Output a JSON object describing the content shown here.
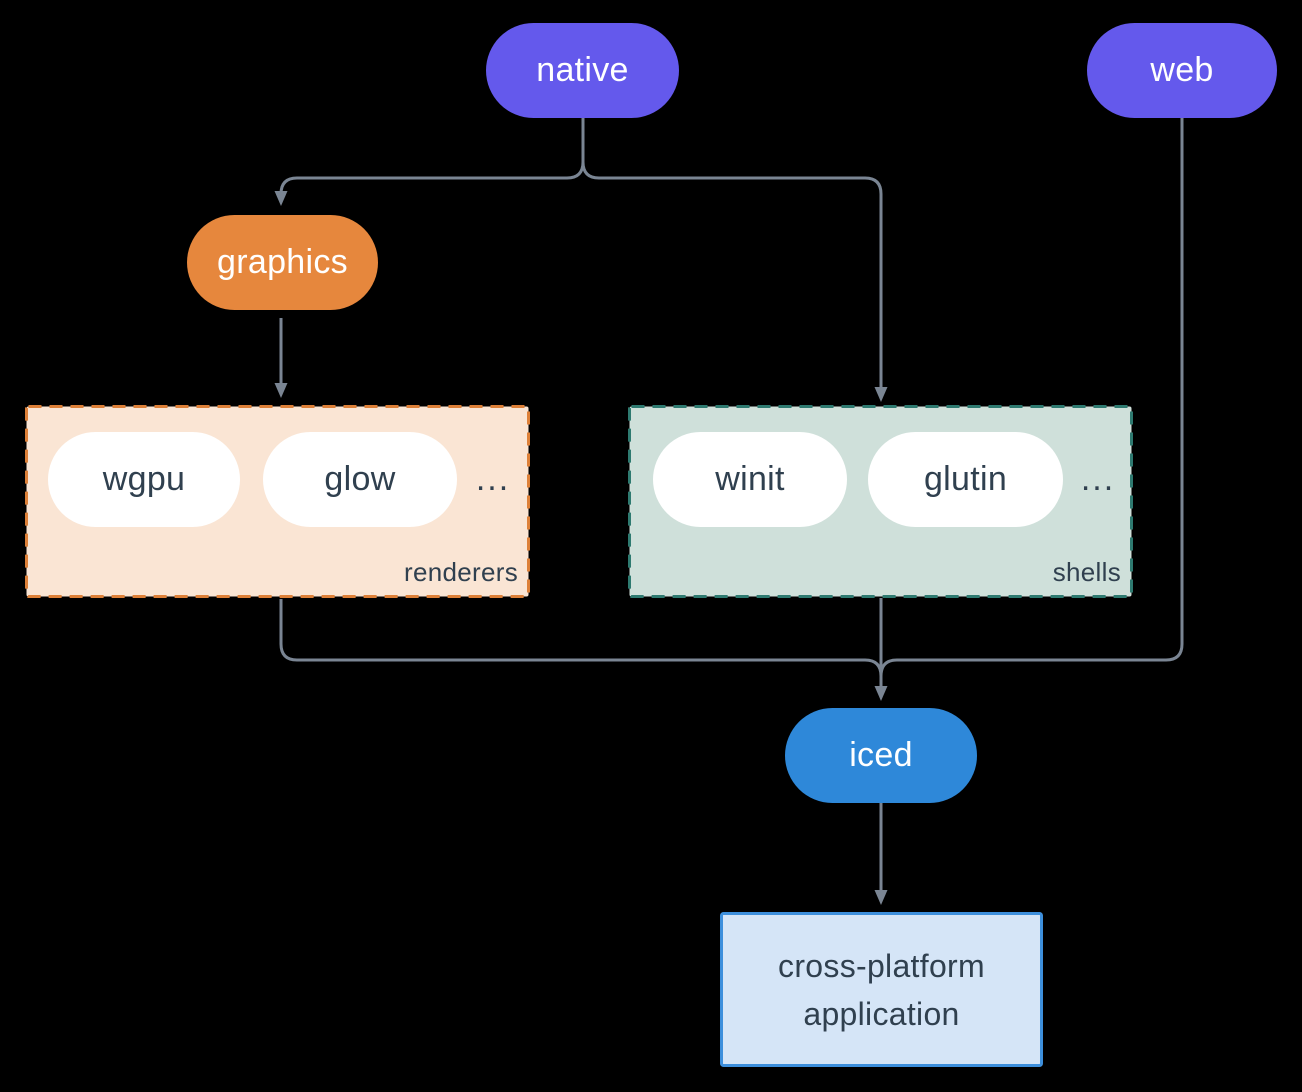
{
  "page": {
    "background_color": "#000000",
    "edge_color": "#7A8593",
    "dark_text_color": "#30404F"
  },
  "nodes": {
    "native": {
      "label": "native",
      "fill": "#6459EC",
      "text_color": "#FFFFFF"
    },
    "web": {
      "label": "web",
      "fill": "#6459EC",
      "text_color": "#FFFFFF"
    },
    "graphics": {
      "label": "graphics",
      "fill": "#E6873D",
      "text_color": "#FFFFFF"
    },
    "iced": {
      "label": "iced",
      "fill": "#2E88D9",
      "text_color": "#FFFFFF"
    },
    "wgpu": {
      "label": "wgpu",
      "fill": "#FFFFFF",
      "text_color": "#30404F"
    },
    "glow": {
      "label": "glow",
      "fill": "#FFFFFF",
      "text_color": "#30404F"
    },
    "winit": {
      "label": "winit",
      "fill": "#FFFFFF",
      "text_color": "#30404F"
    },
    "glutin": {
      "label": "glutin",
      "fill": "#FFFFFF",
      "text_color": "#30404F"
    },
    "application": {
      "label_line1": "cross-platform",
      "label_line2": "application",
      "fill": "#D5E5F7",
      "border": "#3D8FDC",
      "text_color": "#30404F"
    }
  },
  "groups": {
    "renderers": {
      "label": "renderers",
      "ellipsis": "...",
      "fill": "#FAE5D4",
      "border": "#DD8038"
    },
    "shells": {
      "label": "shells",
      "ellipsis": "...",
      "fill": "#CFE0DA",
      "border": "#2E7A70"
    }
  },
  "edges": [
    {
      "from": "native",
      "to": "graphics"
    },
    {
      "from": "native",
      "to": "shells"
    },
    {
      "from": "graphics",
      "to": "renderers"
    },
    {
      "from": "renderers",
      "to": "iced"
    },
    {
      "from": "shells",
      "to": "iced"
    },
    {
      "from": "web",
      "to": "iced"
    },
    {
      "from": "iced",
      "to": "application"
    }
  ]
}
